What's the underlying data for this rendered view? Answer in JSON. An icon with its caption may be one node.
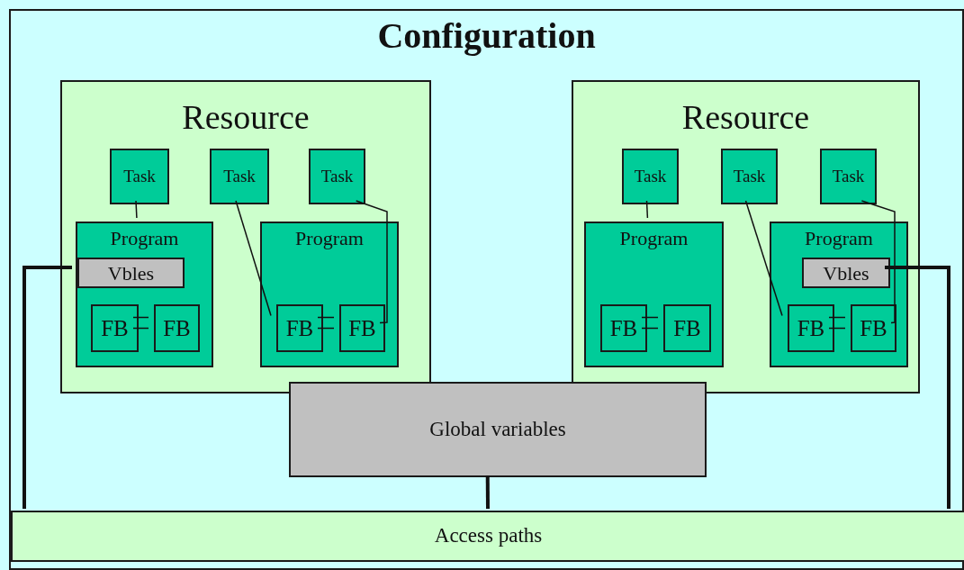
{
  "diagram": {
    "nodes": [
      {
        "text": [
          "Configuration"
        ]
      },
      {
        "text": [
          "Resource"
        ],
        "in": 0
      },
      {
        "text": [
          "Task"
        ],
        "in": 1
      },
      {
        "text": [
          "Task"
        ],
        "in": 1
      },
      {
        "text": [
          "Task"
        ],
        "in": 1
      },
      {
        "text": [
          "Program"
        ],
        "in": 1
      },
      {
        "text": [
          "Vbles"
        ],
        "in": 5
      },
      {
        "text": [
          "FB"
        ],
        "in": 5
      },
      {
        "text": [
          "FB"
        ],
        "in": 5
      },
      {
        "text": [
          "Program"
        ],
        "in": 1
      },
      {
        "text": [
          "FB"
        ],
        "in": 9
      },
      {
        "text": [
          "FB"
        ],
        "in": 9
      },
      {
        "text": [
          "Resource"
        ],
        "in": 0
      },
      {
        "text": [
          "Task"
        ],
        "in": 12
      },
      {
        "text": [
          "Task"
        ],
        "in": 12
      },
      {
        "text": [
          "Task"
        ],
        "in": 12
      },
      {
        "text": [
          "Program"
        ],
        "in": 12
      },
      {
        "text": [
          "FB"
        ],
        "in": 16
      },
      {
        "text": [
          "FB"
        ],
        "in": 16
      },
      {
        "text": [
          "Program"
        ],
        "in": 12
      },
      {
        "text": [
          "Vbles"
        ],
        "in": 19
      },
      {
        "text": [
          "FB"
        ],
        "in": 19
      },
      {
        "text": [
          "FB"
        ],
        "in": 19
      },
      {
        "text": [
          "Global variables"
        ],
        "in": 0
      },
      {
        "text": [
          "Access paths"
        ],
        "in": 0
      }
    ],
    "edges": [
      {
        "from": 2,
        "to": 5,
        "arrow": "none"
      },
      {
        "from": 3,
        "to": 10,
        "arrow": "none"
      },
      {
        "from": 4,
        "to": 11,
        "arrow": "none"
      },
      {
        "from": 7,
        "to": 8,
        "arrow": "none"
      },
      {
        "from": 10,
        "to": 11,
        "arrow": "none"
      },
      {
        "from": 6,
        "to": 24,
        "arrow": "none",
        "style": "thick"
      },
      {
        "from": 13,
        "to": 16,
        "arrow": "none"
      },
      {
        "from": 14,
        "to": 21,
        "arrow": "none"
      },
      {
        "from": 15,
        "to": 22,
        "arrow": "none"
      },
      {
        "from": 17,
        "to": 18,
        "arrow": "none"
      },
      {
        "from": 21,
        "to": 22,
        "arrow": "none"
      },
      {
        "from": 20,
        "to": 24,
        "arrow": "none",
        "style": "thick"
      },
      {
        "from": 23,
        "to": 24,
        "arrow": "none",
        "style": "thick"
      }
    ]
  }
}
